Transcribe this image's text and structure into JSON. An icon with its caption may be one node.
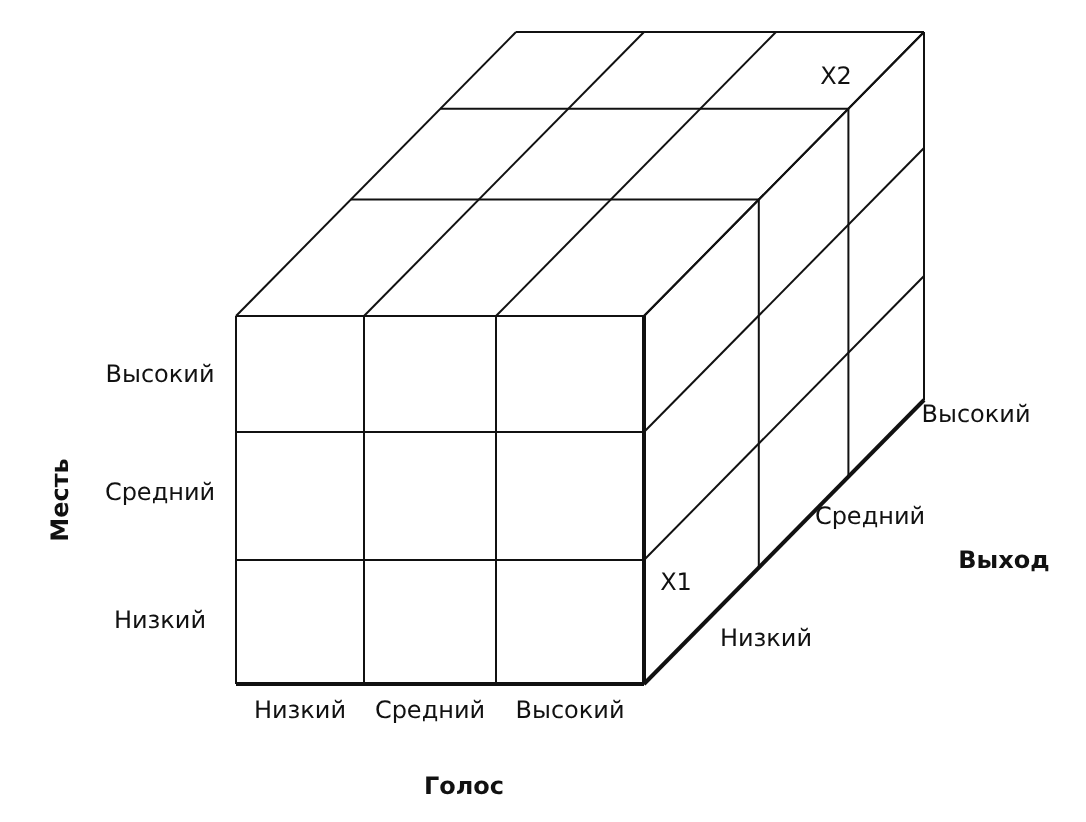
{
  "diagram": {
    "labels": [
      "X2",
      "Высокий",
      "Месть",
      "Средний",
      "Выход",
      "X1",
      "Низкий",
      "Высокий",
      "Средний",
      "Низкий",
      "Низкий",
      "Средний",
      "Высокий",
      "Голос"
    ]
  }
}
